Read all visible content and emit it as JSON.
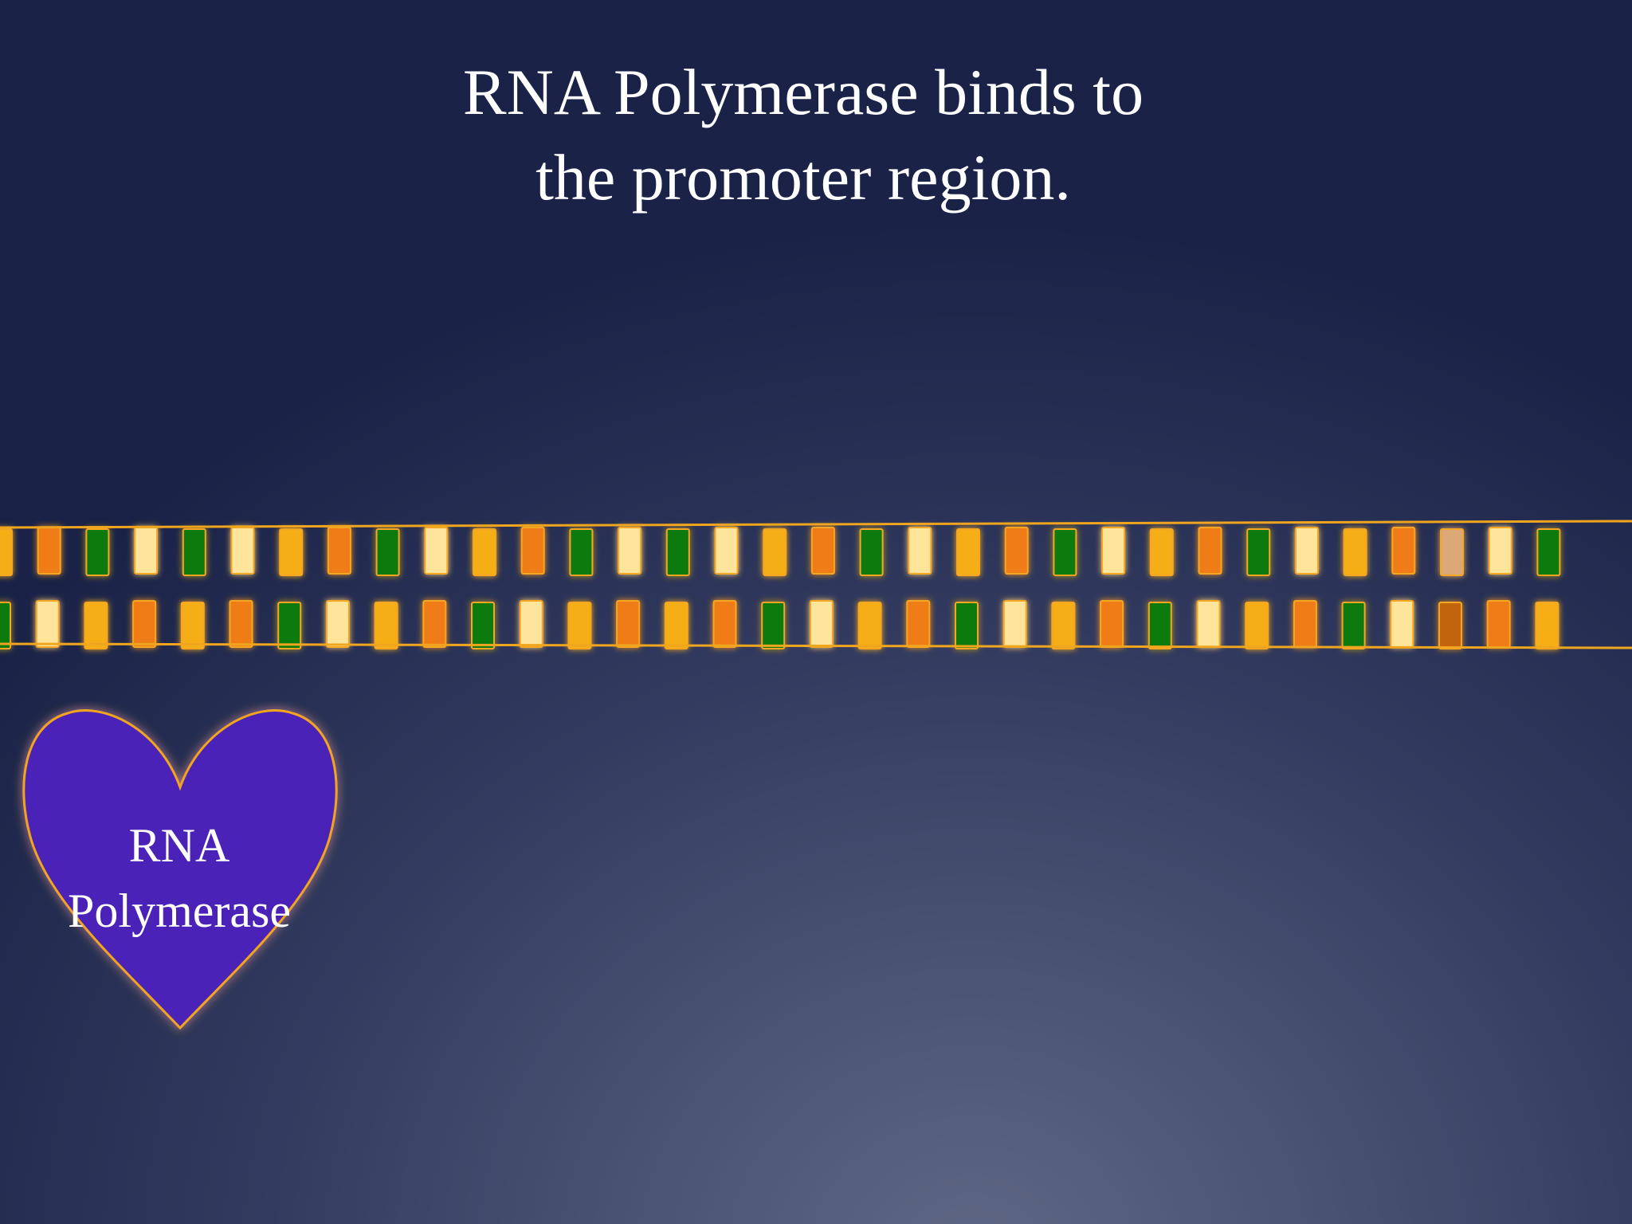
{
  "slide": {
    "title_line1": "RNA Polymerase binds to",
    "title_line2": "the promoter region."
  },
  "polymerase": {
    "label_line1": "RNA",
    "label_line2": "Polymerase",
    "fill_color": "#4c23b8",
    "outline_color": "#f0a51e"
  },
  "dna": {
    "backbone_color": "#f0a51e",
    "colors": {
      "orange": "#ef7c16",
      "green": "#0b7a10",
      "yellow": "#f5ae12",
      "cream": "#ffe59b",
      "tan": "#dca878",
      "brown": "#c2640d"
    },
    "top_strand": [
      "yellow",
      "orange",
      "green",
      "cream",
      "green",
      "cream",
      "yellow",
      "orange",
      "green",
      "cream",
      "yellow",
      "orange",
      "green",
      "cream",
      "green",
      "cream",
      "yellow",
      "orange",
      "green",
      "cream",
      "yellow",
      "orange",
      "green",
      "cream",
      "yellow",
      "orange",
      "green",
      "cream",
      "yellow",
      "orange",
      "tan",
      "cream",
      "green"
    ],
    "bottom_strand": [
      "green",
      "cream",
      "yellow",
      "orange",
      "yellow",
      "orange",
      "green",
      "cream",
      "yellow",
      "orange",
      "green",
      "cream",
      "yellow",
      "orange",
      "yellow",
      "orange",
      "green",
      "cream",
      "yellow",
      "orange",
      "green",
      "cream",
      "yellow",
      "orange",
      "green",
      "cream",
      "yellow",
      "orange",
      "green",
      "cream",
      "brown",
      "orange",
      "yellow"
    ]
  }
}
